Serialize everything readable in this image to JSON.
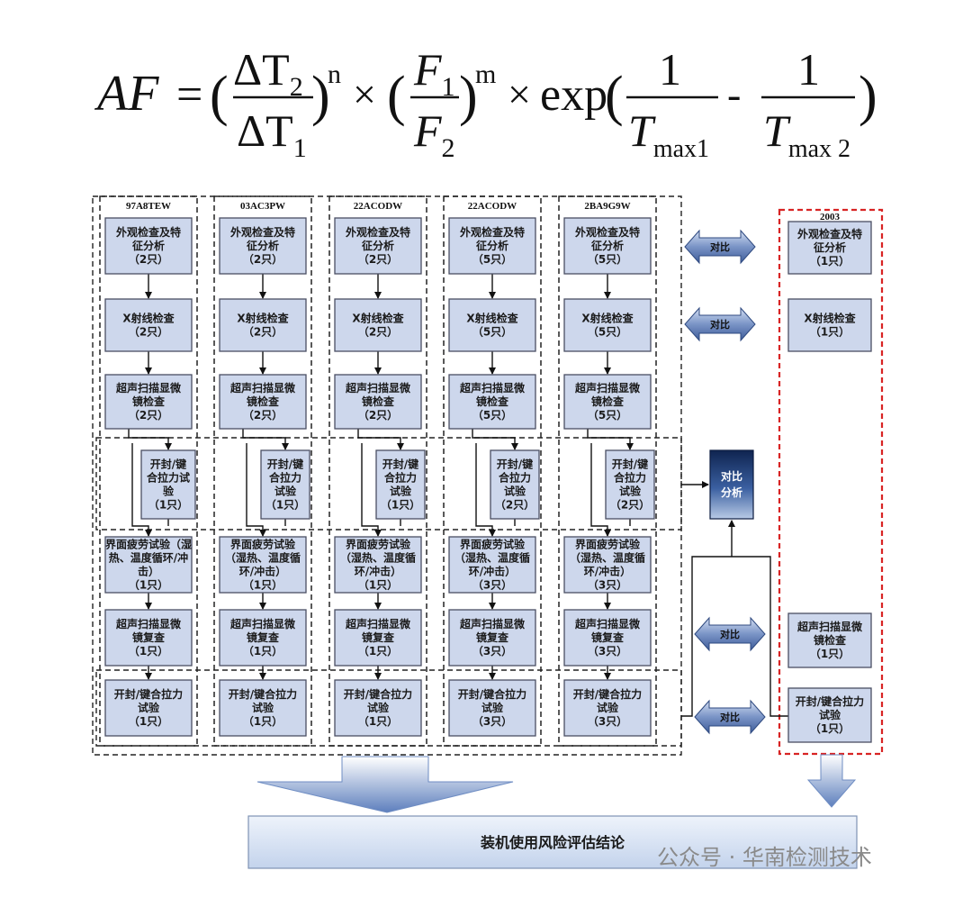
{
  "formula": {
    "lhs": "AF",
    "eq": "=",
    "dt2": "ΔT",
    "dt2_sub": "2",
    "dt1": "ΔT",
    "dt1_sub": "1",
    "exp_n": "n",
    "times": "×",
    "f1": "F",
    "f1_sub": "1",
    "f2": "F",
    "f2_sub": "2",
    "exp_m": "m",
    "exp_fn": "exp",
    "one": "1",
    "minus": "-",
    "tmax": "T",
    "tmax1_sub": "max1",
    "tmax2_sub": "max 2"
  },
  "columns": [
    {
      "title": "97A8TEW",
      "steps": [
        [
          "外观检查及特",
          "征分析",
          "（2只）"
        ],
        [
          "X射线检查",
          "（2只）"
        ],
        [
          "超声扫描显微",
          "镜检查",
          "（2只）"
        ],
        [
          "开封/键",
          "合拉力试",
          "验",
          "（1只）"
        ],
        [
          "界面疲劳试验（湿",
          "热、温度循环/冲",
          "击）",
          "（1只）"
        ],
        [
          "超声扫描显微",
          "镜复查",
          "（1只）"
        ],
        [
          "开封/键合拉力",
          "试验",
          "（1只）"
        ]
      ]
    },
    {
      "title": "03AC3PW",
      "steps": [
        [
          "外观检查及特",
          "征分析",
          "（2只）"
        ],
        [
          "X射线检查",
          "（2只）"
        ],
        [
          "超声扫描显微",
          "镜检查",
          "（2只）"
        ],
        [
          "开封/键",
          "合拉力",
          "试验",
          "（1只）"
        ],
        [
          "界面疲劳试验",
          "（湿热、温度循",
          "环/冲击）",
          "（1只）"
        ],
        [
          "超声扫描显微",
          "镜复查",
          "（1只）"
        ],
        [
          "开封/键合拉力",
          "试验",
          "（1只）"
        ]
      ]
    },
    {
      "title": "22ACODW",
      "steps": [
        [
          "外观检查及特",
          "征分析",
          "（2只）"
        ],
        [
          "X射线检查",
          "（2只）"
        ],
        [
          "超声扫描显微",
          "镜检查",
          "（2只）"
        ],
        [
          "开封/键",
          "合拉力",
          "试验",
          "（1只）"
        ],
        [
          "界面疲劳试验",
          "（湿热、温度循",
          "环/冲击）",
          "（1只）"
        ],
        [
          "超声扫描显微",
          "镜复查",
          "（1只）"
        ],
        [
          "开封/键合拉力",
          "试验",
          "（1只）"
        ]
      ]
    },
    {
      "title": "22ACODW",
      "steps": [
        [
          "外观检查及特",
          "征分析",
          "（5只）"
        ],
        [
          "X射线检查",
          "（5只）"
        ],
        [
          "超声扫描显微",
          "镜检查",
          "（5只）"
        ],
        [
          "开封/键",
          "合拉力",
          "试验",
          "（2只）"
        ],
        [
          "界面疲劳试验",
          "（湿热、温度循",
          "环/冲击）",
          "（3只）"
        ],
        [
          "超声扫描显微",
          "镜复查",
          "（3只）"
        ],
        [
          "开封/键合拉力",
          "试验",
          "（3只）"
        ]
      ]
    },
    {
      "title": "2BA9G9W",
      "steps": [
        [
          "外观检查及特",
          "征分析",
          "（5只）"
        ],
        [
          "X射线检查",
          "（5只）"
        ],
        [
          "超声扫描显微",
          "镜检查",
          "（5只）"
        ],
        [
          "开封/键",
          "合拉力",
          "试验",
          "（2只）"
        ],
        [
          "界面疲劳试验",
          "（湿热、温度循",
          "环/冲击）",
          "（3只）"
        ],
        [
          "超声扫描显微",
          "镜复查",
          "（3只）"
        ],
        [
          "开封/键合拉力",
          "试验",
          "（3只）"
        ]
      ]
    }
  ],
  "ref_column": {
    "title": "2003",
    "steps": [
      [
        "外观检查及特",
        "征分析",
        "（1只）"
      ],
      [
        "X射线检查",
        "（1只）"
      ],
      [
        "超声扫描显微",
        "镜检查",
        "（1只）"
      ],
      [
        "开封/键合拉力",
        "试验",
        "（1只）"
      ]
    ]
  },
  "compare_label": "对比",
  "hub_label": [
    "对比",
    "分析"
  ],
  "conclusion": "装机使用风险评估结论",
  "watermark": "公众号 · 华南检测技术",
  "colors": {
    "box_fill": "#cdd7ec",
    "box_stroke": "#4a4f63",
    "ref_border": "#d82424",
    "arrow_fill": "#5a76b0",
    "hub_dark": "#0f2450",
    "hub_light": "#b8cae6"
  }
}
